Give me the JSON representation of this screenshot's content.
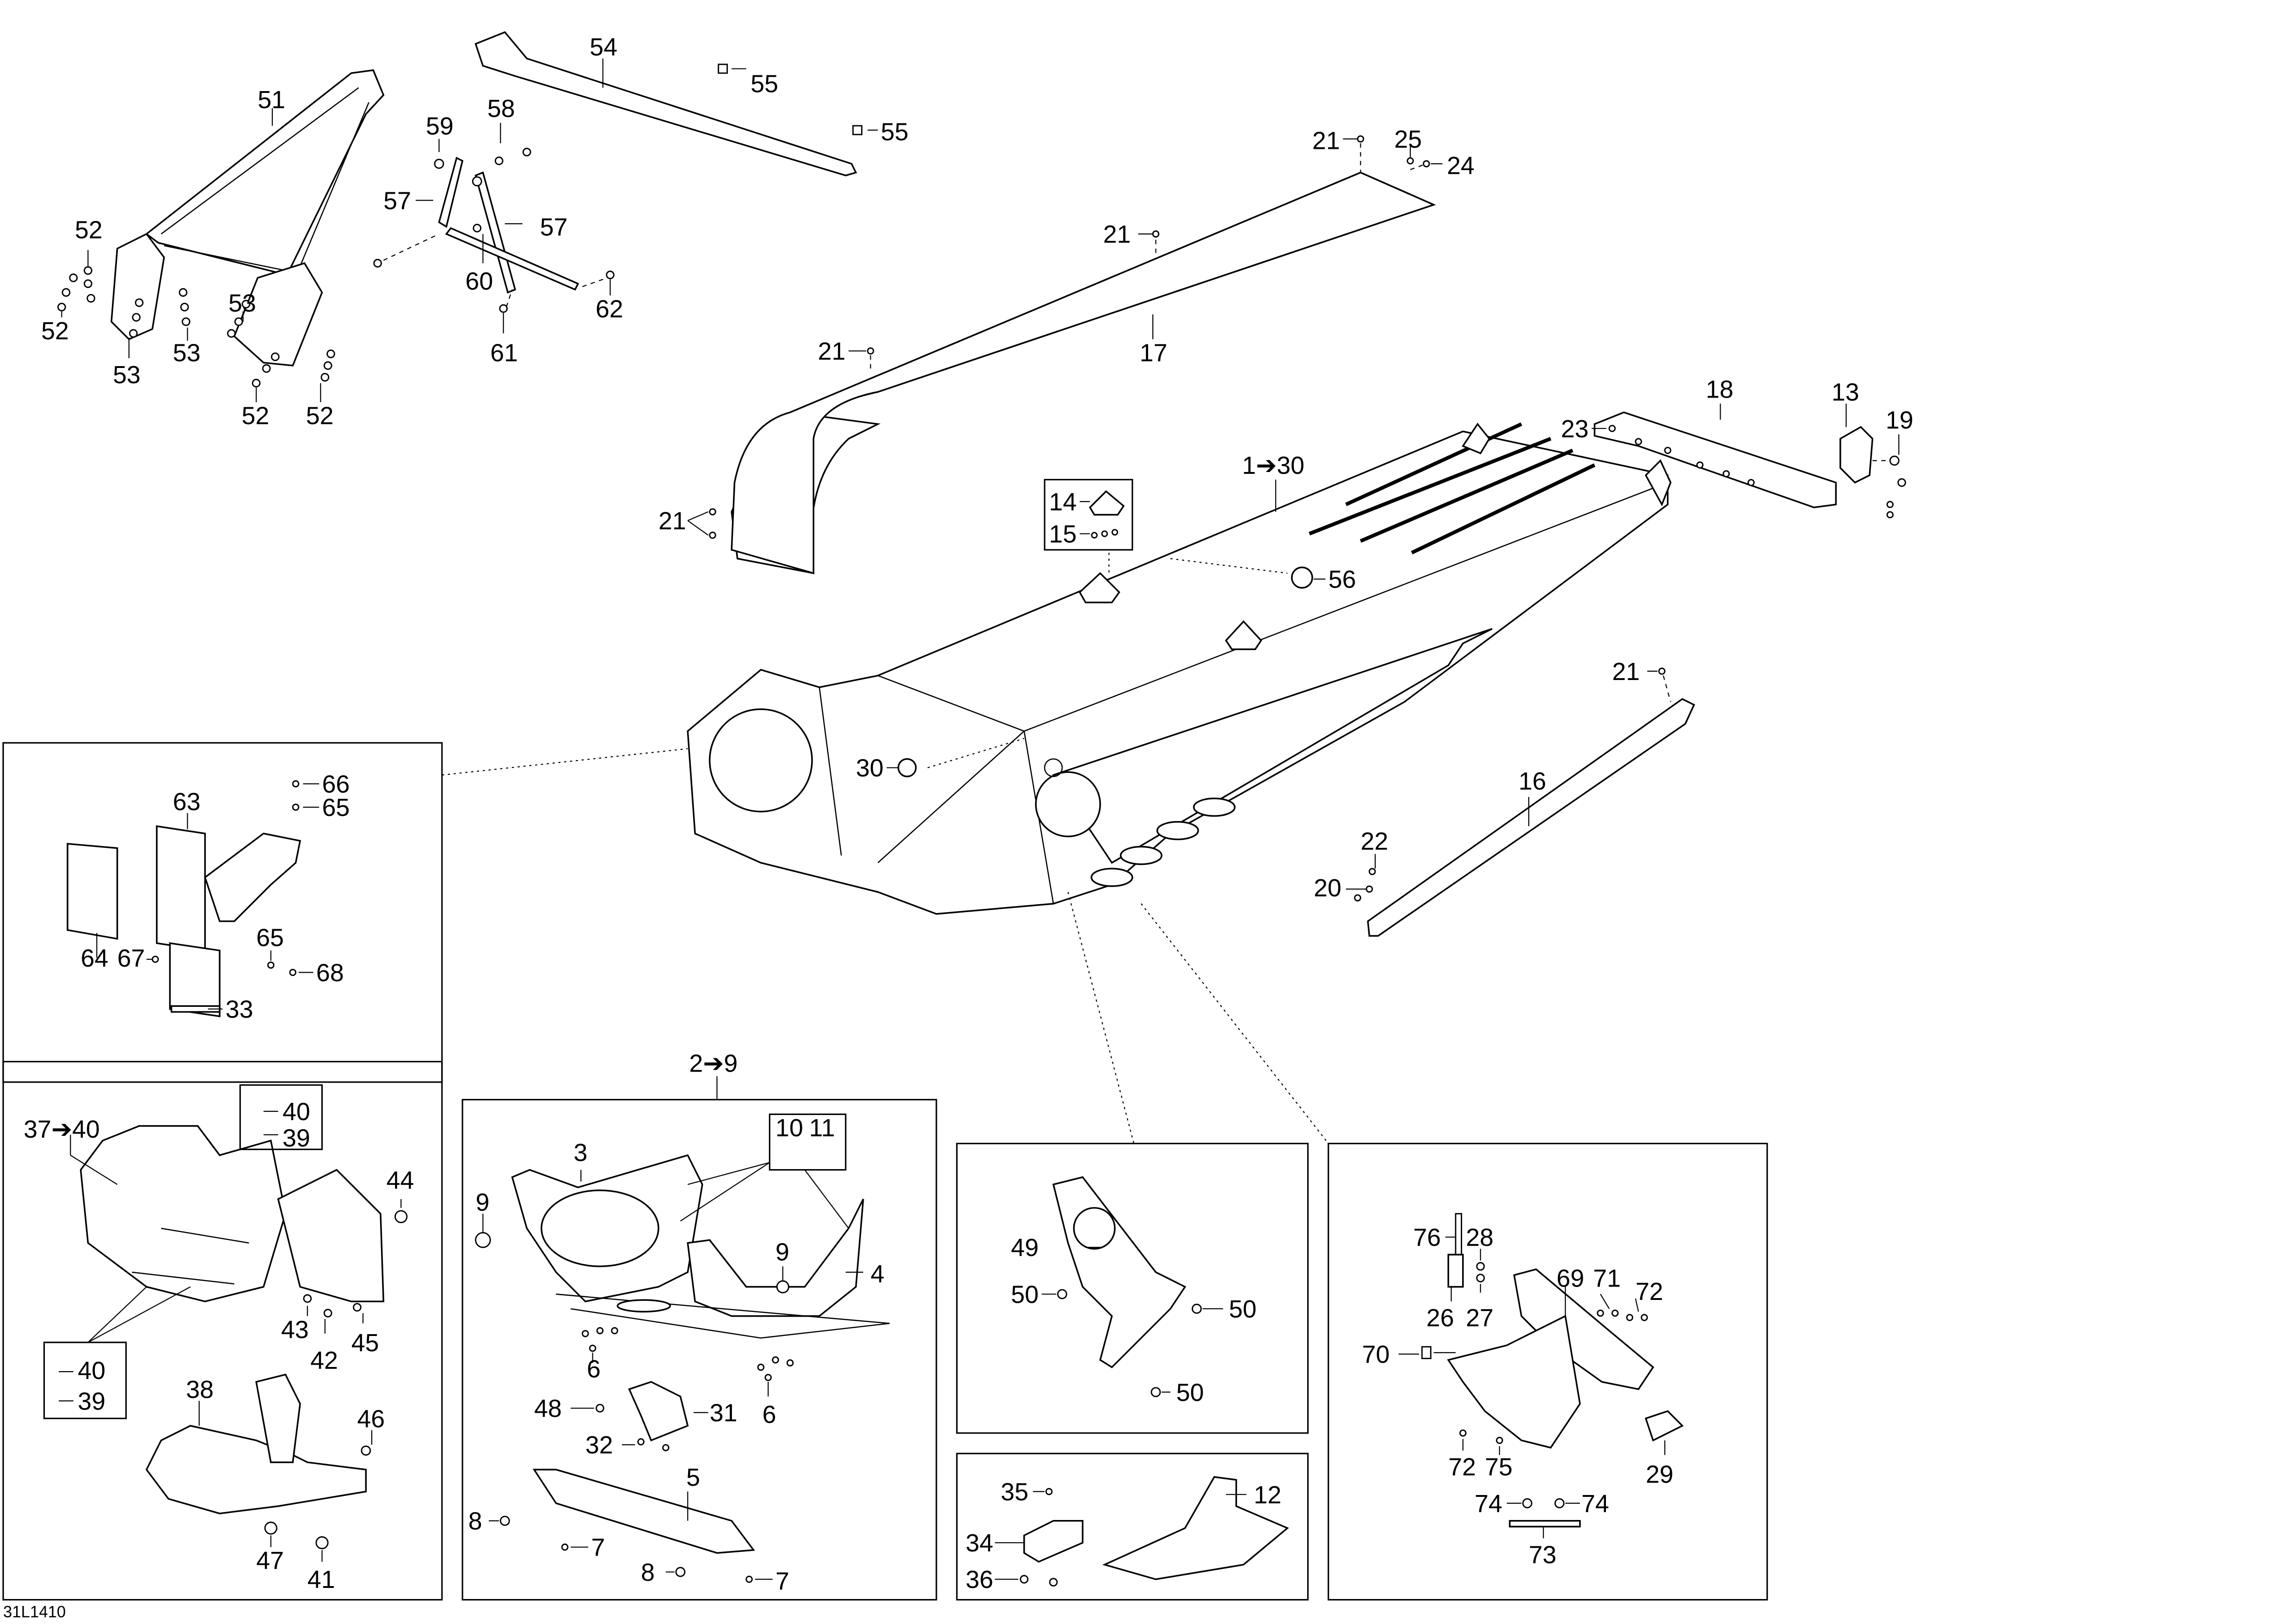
{
  "diagram": {
    "type": "exploded-parts-diagram",
    "drawing_id": "31L1410",
    "arrow_glyph": "➔",
    "groups": {
      "frame_assembly": {
        "range_from": "1",
        "range_to": "30"
      },
      "front_frame_assembly": {
        "range_from": "2",
        "range_to": "9"
      },
      "seat_base_assembly": {
        "range_from": "37",
        "range_to": "40"
      }
    },
    "callouts": {
      "c51": "51",
      "c54": "54",
      "c55a": "55",
      "c55b": "55",
      "c59": "59",
      "c58": "58",
      "c57a": "57",
      "c57b": "57",
      "c60": "60",
      "c61": "61",
      "c62": "62",
      "c52a": "52",
      "c52b": "52",
      "c52c": "52",
      "c52d": "52",
      "c53a": "53",
      "c53b": "53",
      "c53c": "53",
      "c21a": "21",
      "c25": "25",
      "c24": "24",
      "c21b": "21",
      "c17": "17",
      "c21c": "21",
      "c21d": "21",
      "c18": "18",
      "c23": "23",
      "c13": "13",
      "c19": "19",
      "c14": "14",
      "c15": "15",
      "c56": "56",
      "c30": "30",
      "c21e": "21",
      "c16": "16",
      "c22": "22",
      "c20": "20",
      "c66": "66",
      "c65a": "65",
      "c63": "63",
      "c64": "64",
      "c67": "67",
      "c65b": "65",
      "c68": "68",
      "c33": "33",
      "c40a": "40",
      "c39a": "39",
      "c44": "44",
      "c43": "43",
      "c42": "42",
      "c45": "45",
      "c40b": "40",
      "c39b": "39",
      "c38": "38",
      "c46": "46",
      "c47": "47",
      "c41": "41",
      "c10": "10",
      "c11": "11",
      "c3": "3",
      "c9a": "9",
      "c9b": "9",
      "c4": "4",
      "c6a": "6",
      "c6b": "6",
      "c48": "48",
      "c31": "31",
      "c32": "32",
      "c5": "5",
      "c8a": "8",
      "c8b": "8",
      "c7a": "7",
      "c7b": "7",
      "c49": "49",
      "c50a": "50",
      "c50b": "50",
      "c50c": "50",
      "c35": "35",
      "c12": "12",
      "c34": "34",
      "c36": "36",
      "c76": "76",
      "c28": "28",
      "c26": "26",
      "c27": "27",
      "c69": "69",
      "c71": "71",
      "c72a": "72",
      "c70": "70",
      "c72b": "72",
      "c75": "75",
      "c29": "29",
      "c74a": "74",
      "c74b": "74",
      "c73": "73"
    }
  }
}
